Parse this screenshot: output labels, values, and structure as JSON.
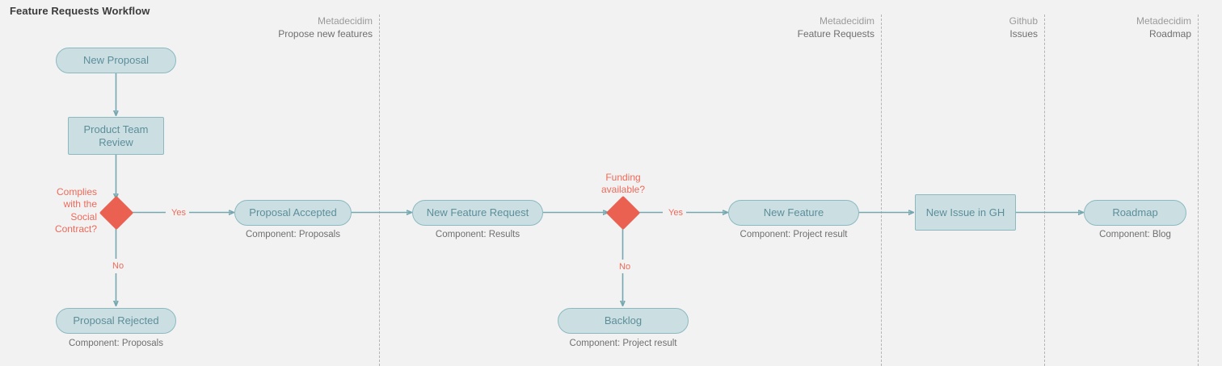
{
  "title": "Feature Requests Workflow",
  "colors": {
    "background": "#f2f2f2",
    "node_fill": "#cbdfe3",
    "node_border": "#8cb9c0",
    "node_text": "#5c8e9a",
    "connector": "#74a7b0",
    "decision": "#ea6152",
    "decision_text": "#ed6a5a",
    "caption_text": "#6f6f6f",
    "divider": "#b4b4b4",
    "title_text": "#3b3b3b"
  },
  "lanes": [
    {
      "org": "Metadecidim",
      "name": "Propose new features"
    },
    {
      "org": "Metadecidim",
      "name": "Feature Requests"
    },
    {
      "org": "Github",
      "name": "Issues"
    },
    {
      "org": "Metadecidim",
      "name": "Roadmap"
    }
  ],
  "nodes": [
    {
      "id": "new-proposal",
      "label": "New Proposal",
      "shape": "rounded"
    },
    {
      "id": "product-team-review",
      "label": "Product Team Review",
      "shape": "rect"
    },
    {
      "id": "proposal-rejected",
      "label": "Proposal Rejected",
      "shape": "rounded"
    },
    {
      "id": "proposal-accepted",
      "label": "Proposal Accepted",
      "shape": "rounded"
    },
    {
      "id": "new-feature-request",
      "label": "New Feature Request",
      "shape": "rounded"
    },
    {
      "id": "backlog",
      "label": "Backlog",
      "shape": "rounded"
    },
    {
      "id": "new-feature",
      "label": "New Feature",
      "shape": "rounded"
    },
    {
      "id": "new-issue-gh",
      "label": "New Issue in GH",
      "shape": "rect"
    },
    {
      "id": "roadmap",
      "label": "Roadmap",
      "shape": "rounded"
    }
  ],
  "decisions": [
    {
      "id": "social-contract",
      "question": "Complies\nwith the\nSocial\nContract?"
    },
    {
      "id": "funding",
      "question": "Funding\navailable?"
    }
  ],
  "edge_labels": {
    "social_contract_yes": "Yes",
    "social_contract_no": "No",
    "funding_yes": "Yes",
    "funding_no": "No"
  },
  "captions": {
    "proposal_rejected": "Component: Proposals",
    "proposal_accepted": "Component: Proposals",
    "new_feature_request": "Component: Results",
    "backlog": "Component: Project result",
    "new_feature": "Component: Project result",
    "roadmap": "Component: Blog"
  }
}
